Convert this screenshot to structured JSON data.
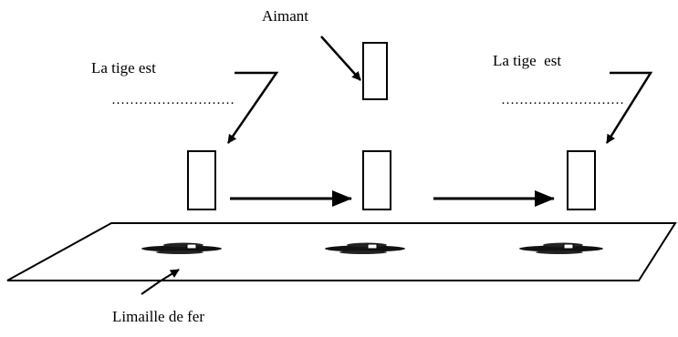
{
  "labels": {
    "magnet": "Aimant",
    "rod_left": "La tige est",
    "rod_right": "La tige  est",
    "filings": "Limaille de fer"
  },
  "blanks": {
    "left": "………………………",
    "right": "………………………"
  },
  "icons": {
    "magnet": "rectangle-magnet",
    "rod": "rectangle-rod",
    "filings": "iron-filings-cluster",
    "arrow": "right-arrow"
  }
}
